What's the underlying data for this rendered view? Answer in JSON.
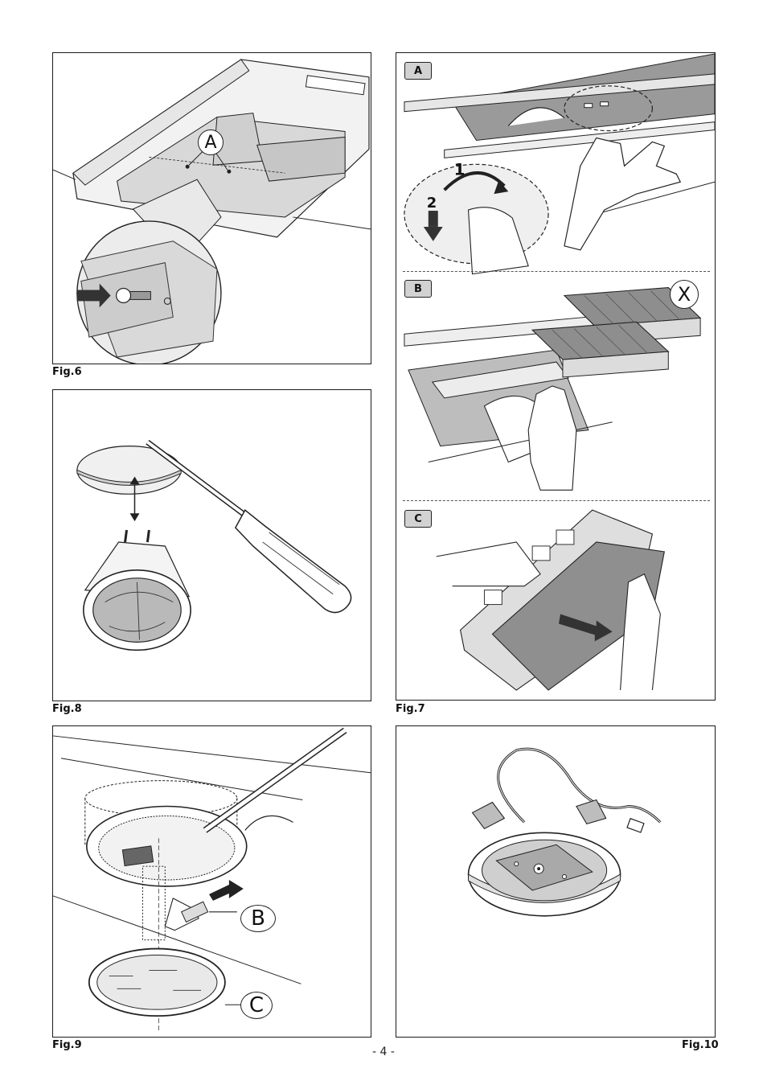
{
  "figures": {
    "fig6": {
      "caption": "Fig.6",
      "callout": "A"
    },
    "fig7": {
      "caption": "Fig.7",
      "panels": [
        {
          "tag": "A",
          "steps": [
            "1",
            "2"
          ]
        },
        {
          "tag": "B",
          "callout": "X"
        },
        {
          "tag": "C"
        }
      ]
    },
    "fig8": {
      "caption": "Fig.8"
    },
    "fig9": {
      "caption": "Fig.9",
      "callouts": [
        "B",
        "C"
      ]
    },
    "fig10": {
      "caption": "Fig.10"
    }
  },
  "page_number": "- 4 -",
  "colors": {
    "line": "#1a1a1a",
    "filter_gray": "#8e8e8e",
    "panel_gray": "#b9b9b9",
    "tag_gray": "#d2d2d2"
  }
}
